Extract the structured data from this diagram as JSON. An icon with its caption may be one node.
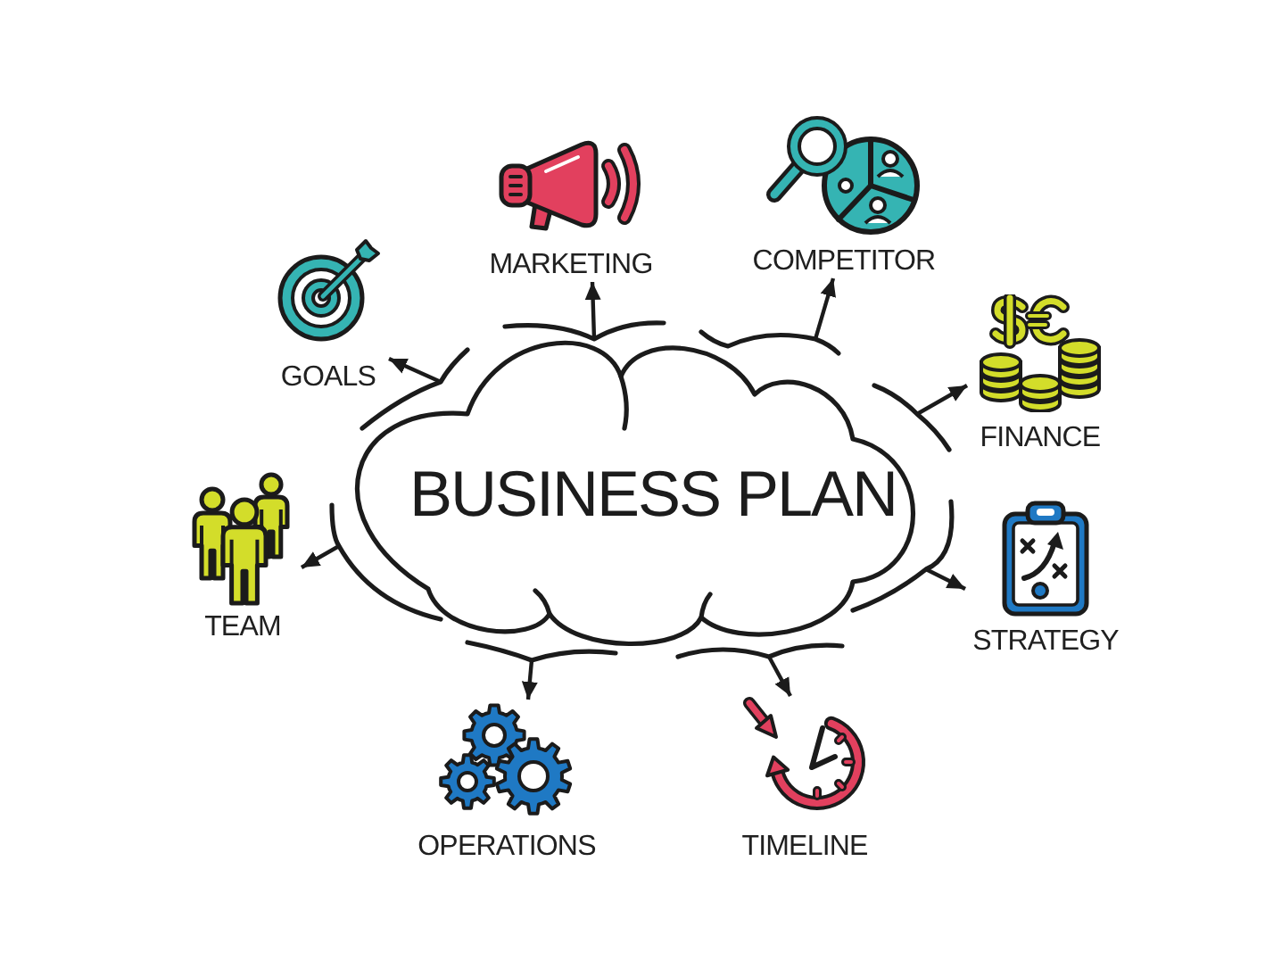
{
  "diagram": {
    "nodes": [
      {
        "text": [
          "BUSINESS PLAN"
        ]
      },
      {
        "text": [
          "GOALS"
        ]
      },
      {
        "text": [
          "MARKETING"
        ]
      },
      {
        "text": [
          "COMPETITOR"
        ]
      },
      {
        "text": [
          "FINANCE"
        ]
      },
      {
        "text": [
          "STRATEGY"
        ]
      },
      {
        "text": [
          "TIMELINE"
        ]
      },
      {
        "text": [
          "OPERATIONS"
        ]
      },
      {
        "text": [
          "TEAM"
        ]
      }
    ],
    "edges": [
      {
        "from": 0,
        "to": 1,
        "arrow": "to"
      },
      {
        "from": 0,
        "to": 2,
        "arrow": "to"
      },
      {
        "from": 0,
        "to": 3,
        "arrow": "to"
      },
      {
        "from": 0,
        "to": 4,
        "arrow": "to"
      },
      {
        "from": 0,
        "to": 5,
        "arrow": "to"
      },
      {
        "from": 0,
        "to": 6,
        "arrow": "to"
      },
      {
        "from": 0,
        "to": 7,
        "arrow": "to"
      },
      {
        "from": 0,
        "to": 8,
        "arrow": "to"
      }
    ]
  }
}
